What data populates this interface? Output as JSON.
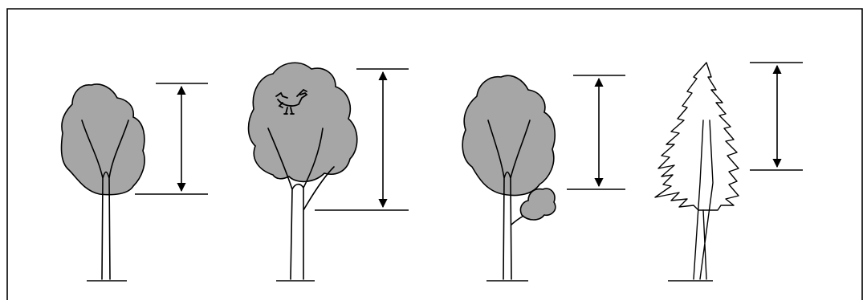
{
  "figure": {
    "panel_count": 4,
    "colors": {
      "crown_fill": "#a6a6a6",
      "outline": "#000000",
      "background": "#ffffff",
      "frame": "#000000"
    },
    "panels": [
      {
        "icon": "broadleaf-tree-icon",
        "feature": "crown"
      },
      {
        "icon": "broadleaf-tree-with-bird-icon",
        "feature": "crown-with-bird"
      },
      {
        "icon": "broadleaf-tree-with-lower-branch-icon",
        "feature": "crown-with-lower-branch"
      },
      {
        "icon": "conifer-tree-icon",
        "feature": "conifer-crown"
      }
    ]
  }
}
